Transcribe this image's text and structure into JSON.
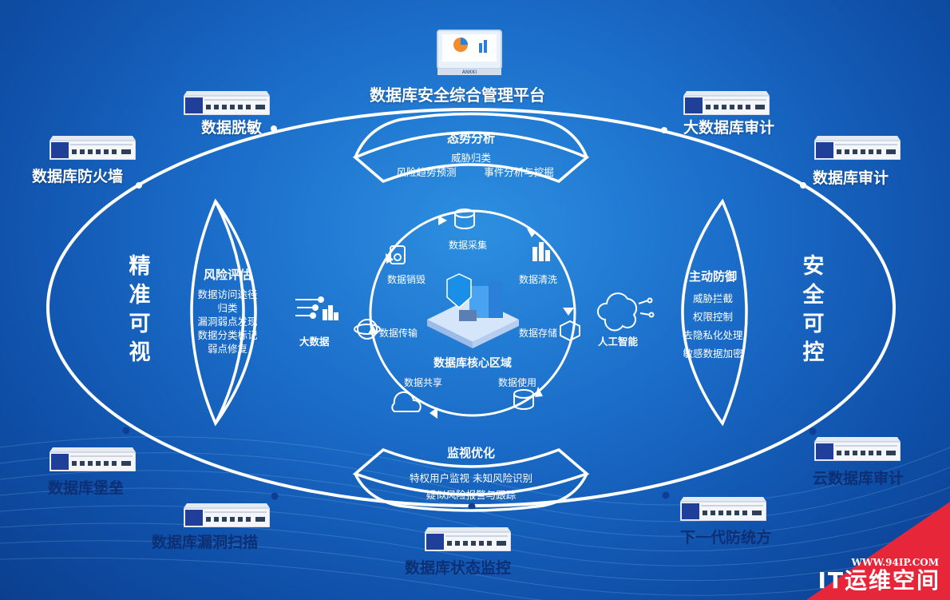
{
  "platform": {
    "title": "数据库安全综合管理平台",
    "monitor_brand": "ANKKI"
  },
  "devices": {
    "desensitize": "数据脱敏",
    "firewall": "数据库防火墙",
    "bastion": "数据库堡垒",
    "vuln_scan": "数据库漏洞扫描",
    "status_monitor": "数据库状态监控",
    "big_data_audit": "大数据库审计",
    "db_audit": "数据库审计",
    "cloud_audit": "云数据库审计",
    "next_gen": "下一代防统方"
  },
  "top_section": {
    "title": "态势分析",
    "lines": [
      "威胁归类",
      "风险趋势预测",
      "事件分析与挖掘"
    ]
  },
  "bottom_section": {
    "title": "监视优化",
    "lines": [
      "特权用户监视  未知风险识别",
      "疑似风险报警与跟踪"
    ]
  },
  "left_section": {
    "title": "风险评估",
    "lines": [
      "数据访问途径",
      "归类",
      "漏洞弱点发现",
      "数据分类标记",
      "弱点修复"
    ]
  },
  "right_section": {
    "title": "主动防御",
    "lines": [
      "威胁拦截",
      "权限控制",
      "去隐私化处理",
      "敏感数据加密"
    ]
  },
  "left_vertical": [
    "精",
    "准",
    "可",
    "视"
  ],
  "right_vertical": [
    "安",
    "全",
    "可",
    "控"
  ],
  "core": {
    "title": "数据库核心区域",
    "big_data": "大数据",
    "ai": "人工智能",
    "cycle": [
      "数据采集",
      "数据清洗",
      "数据存储",
      "数据使用",
      "数据共享",
      "数据传输",
      "数据销毁"
    ]
  },
  "watermark": {
    "url": "WWW.94IP.COM",
    "name": "IT运维空间"
  },
  "colors": {
    "bg_center": "#2d8fe0",
    "bg_edge": "#0b3f8e",
    "line": "#ffffff",
    "corner": "#e8263a"
  }
}
